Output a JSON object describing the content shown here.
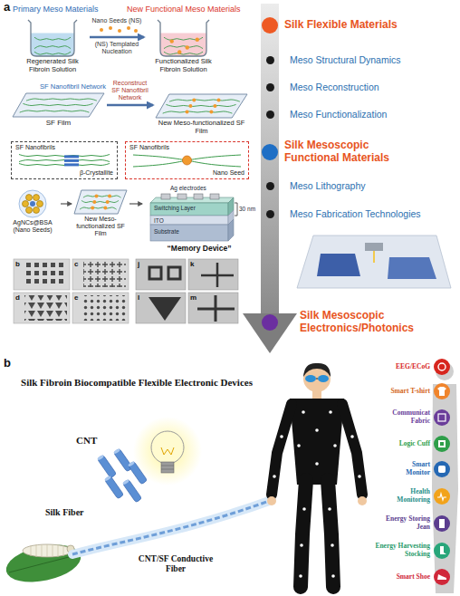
{
  "diagram": {
    "nodes": [
      {
        "text": [
          "Regenerated Silk Fibroin Solution"
        ]
      },
      {
        "text": [
          "Functionalized Silk Fibroin Solution"
        ]
      },
      {
        "text": [
          "SF Nanofibril Network",
          "SF Film"
        ]
      },
      {
        "text": [
          "New Meso-functionalized SF Film"
        ]
      },
      {
        "text": [
          "SF Nanofibrils",
          "β-Crystallite"
        ]
      },
      {
        "text": [
          "SF Nanofibrils",
          "Nano Seed"
        ]
      },
      {
        "text": [
          "AgNCs@BSA (Nano Seeds)"
        ]
      },
      {
        "text": [
          "New Meso-functionalized SF Film"
        ]
      },
      {
        "text": [
          "Ag electrodes",
          "Switching Layer",
          "30 nm",
          "ITO",
          "Substrate",
          "“Memory Device”"
        ]
      },
      {
        "text": [
          "Silk Flexible Materials"
        ]
      },
      {
        "text": [
          "Meso Structural Dynamics"
        ]
      },
      {
        "text": [
          "Meso Reconstruction"
        ]
      },
      {
        "text": [
          "Meso Functionalization"
        ]
      },
      {
        "text": [
          "Silk Mesoscopic Functional Materials"
        ]
      },
      {
        "text": [
          "Meso Lithography"
        ]
      },
      {
        "text": [
          "Meso Fabrication Technologies"
        ]
      },
      {
        "text": [
          "Silk Mesoscopic Electronics/Photonics"
        ]
      }
    ],
    "edges": [
      {
        "from": 0,
        "to": 1,
        "label": "(NS) Templated Nucleation",
        "arrow": "to"
      },
      {
        "from": 2,
        "to": 3,
        "label": "Reconstruct SF Nanofibril Network",
        "arrow": "to"
      },
      {
        "from": 6,
        "to": 7,
        "arrow": "to"
      },
      {
        "from": 7,
        "to": 8,
        "arrow": "to"
      }
    ],
    "labels": [
      "a",
      "Primary Meso Materials",
      "New Functional Meso Materials",
      "Nano Seeds (NS)",
      "b",
      "c",
      "d",
      "e",
      "j",
      "k",
      "l",
      "m",
      "b",
      "Silk Fibroin Biocompatible Flexible Electronic Devices",
      "CNT",
      "Silk Fiber",
      "CNT/SF Conductive Fiber",
      "EEG/ECoG",
      "Smart T-shirt",
      "Communicat Fabric",
      "Logic Cuff",
      "Smart Monitor",
      "Health Monitoring",
      "Energy Storing Jean",
      "Energy Harvesting Stocking",
      "Smart Shoe"
    ]
  }
}
